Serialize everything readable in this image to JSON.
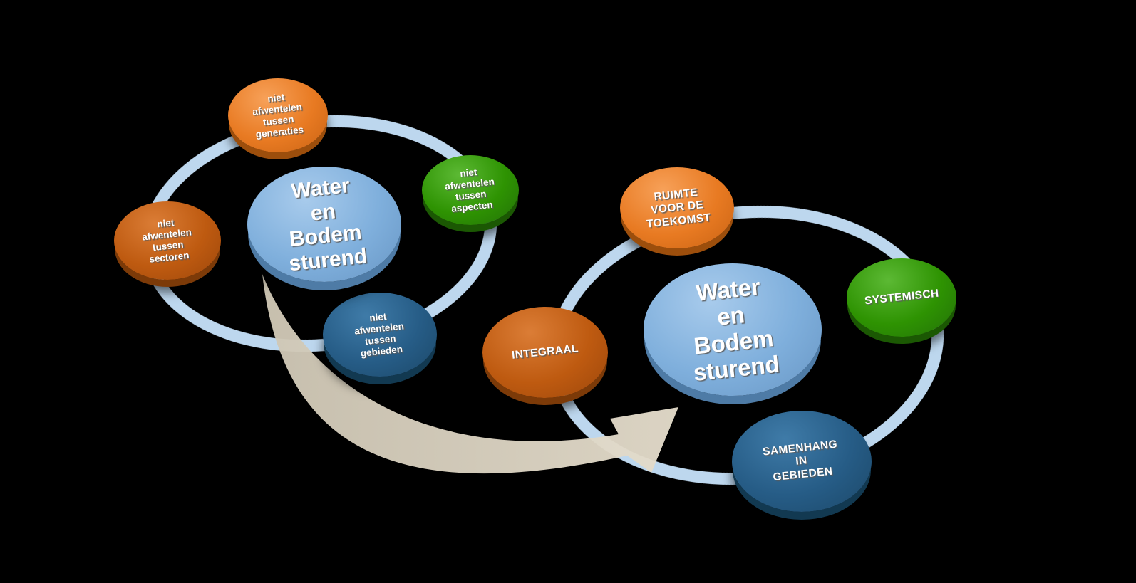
{
  "left_cycle": {
    "center_label": "Water\nen\nBodem\nsturend",
    "nodes": {
      "generaties": "niet\nafwentelen\ntussen\ngeneraties",
      "aspecten": "niet\nafwentelen\ntussen\naspecten",
      "sectoren": "niet\nafwentelen\ntussen\nsectoren",
      "gebieden": "niet\nafwentelen\ntussen\ngebieden"
    }
  },
  "right_cycle": {
    "center_label": "Water\nen\nBodem\nsturend",
    "nodes": {
      "toekomst": "RUIMTE\nVOOR DE\nTOEKOMST",
      "systemisch": "SYSTEMISCH",
      "integraal": "INTEGRAAL",
      "samenhang": "SAMENHANG\nIN\nGEBIEDEN"
    }
  },
  "colors": {
    "orange": "#E87A22",
    "green": "#2E9302",
    "dark_orange": "#BE5A10",
    "dark_blue": "#265C86",
    "light_blue": "#7FAFDC",
    "ring": "#BDD7EE",
    "arrow": "#D8D0C0",
    "background": "#000000"
  }
}
